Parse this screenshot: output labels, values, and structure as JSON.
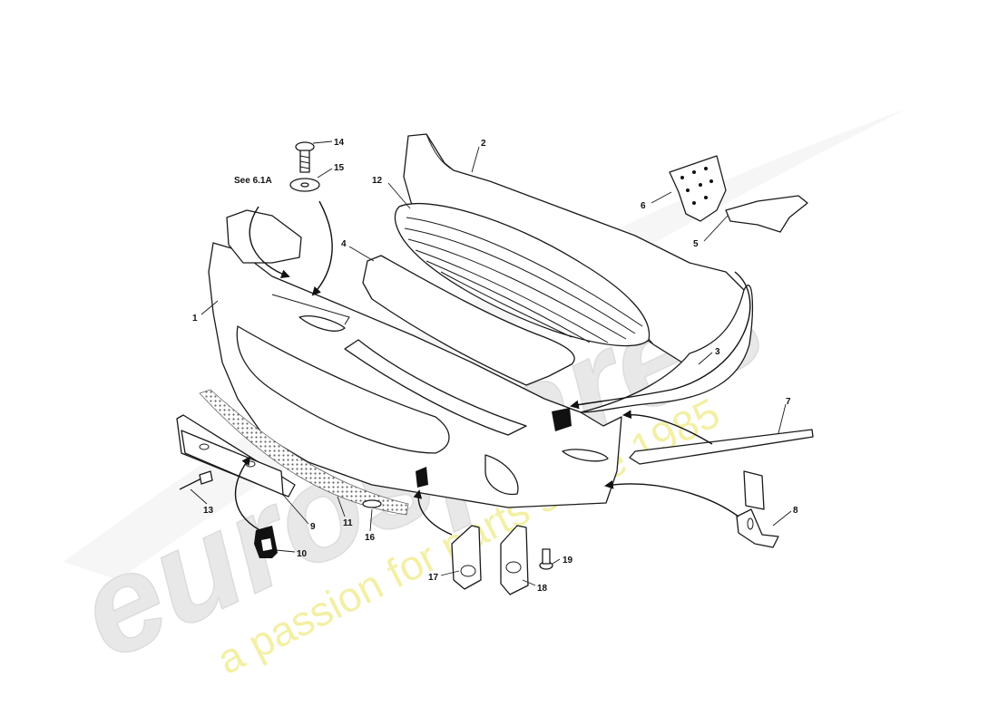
{
  "watermark": {
    "brand": "eurospares",
    "tagline": "a passion for parts since 1985",
    "brand_color": "#e8e8e8",
    "tagline_color": "#f3f0a6"
  },
  "reference_note": "See 6.1A",
  "callouts": {
    "c1": "1",
    "c2": "2",
    "c3": "3",
    "c4": "4",
    "c5": "5",
    "c6": "6",
    "c7": "7",
    "c8": "8",
    "c9": "9",
    "c10": "10",
    "c11": "11",
    "c12": "12",
    "c13": "13",
    "c14": "14",
    "c15": "15",
    "c16": "16",
    "c17": "17",
    "c18": "18",
    "c19": "19"
  }
}
